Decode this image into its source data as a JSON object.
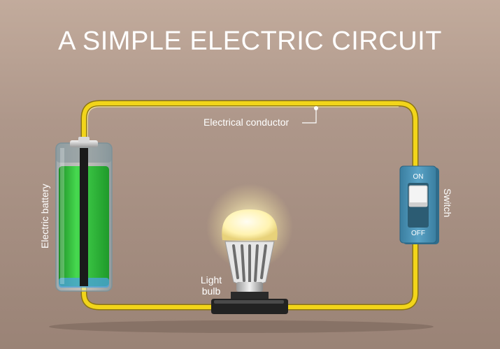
{
  "title": "A SIMPLE ELECTRIC CIRCUIT",
  "labels": {
    "conductor": "Electrical conductor",
    "battery": "Electric battery",
    "bulb_line1": "Light",
    "bulb_line2": "bulb",
    "switch": "Switch",
    "switch_on": "ON",
    "switch_off": "OFF"
  },
  "colors": {
    "wire": "#f2d51a",
    "battery_fill": "#2fc83a",
    "switch_body": "#4a8fb0",
    "bulb_glow": "#fff7c0"
  },
  "icons": [
    "battery-icon",
    "light-bulb-icon",
    "switch-icon",
    "wire-icon"
  ]
}
